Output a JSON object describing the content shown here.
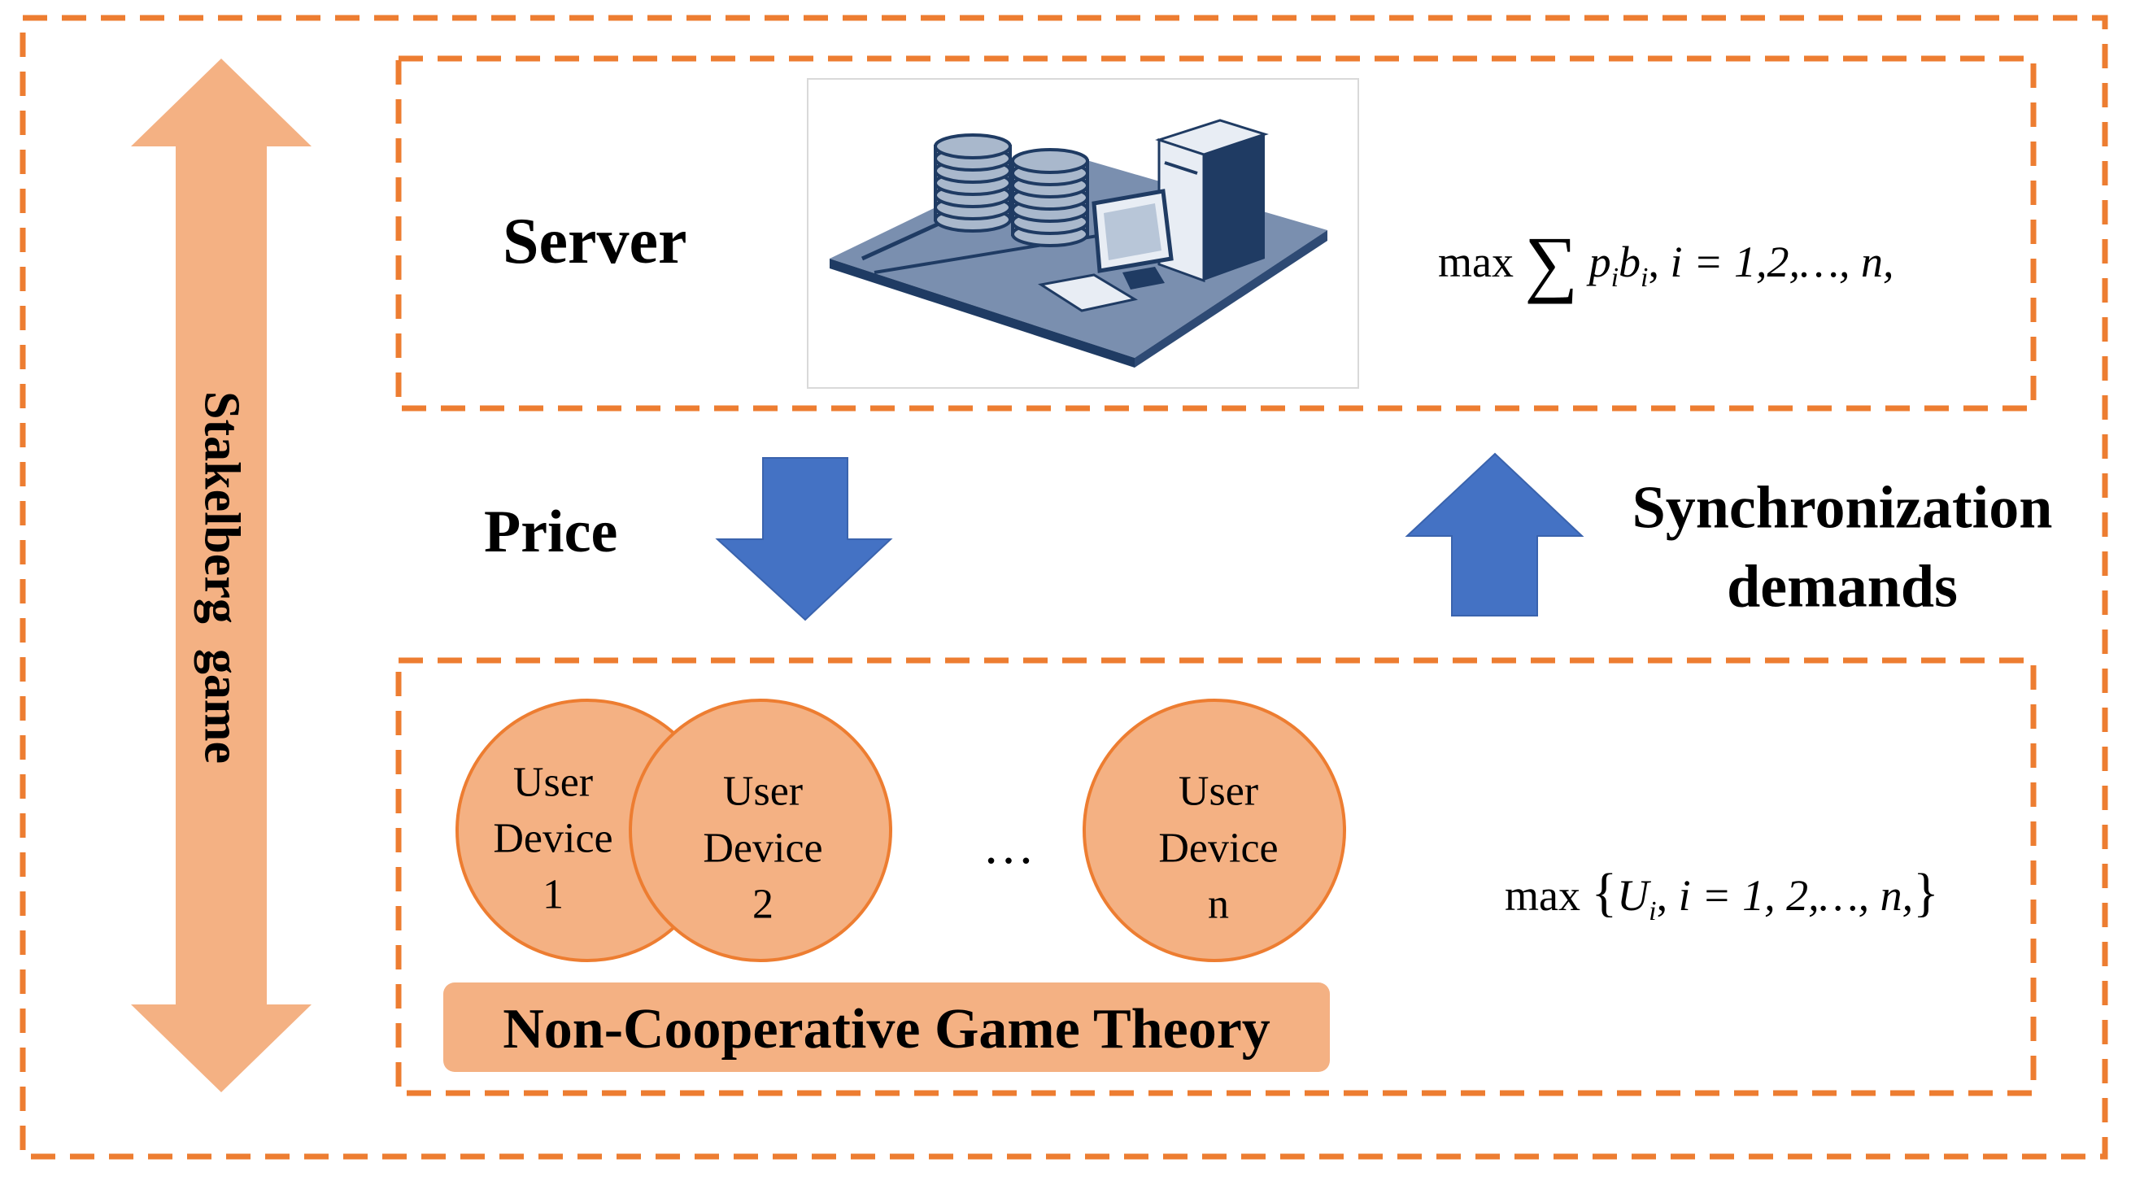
{
  "colors": {
    "dashed_border": "#ED7D31",
    "peach_fill": "#F4B183",
    "circle_stroke": "#ED7D31",
    "blue_arrow": "#4472C4",
    "server_navy": "#1F3B63",
    "server_slate": "#7A8FAF"
  },
  "side": {
    "label": "Stakelberg  game"
  },
  "server": {
    "label": "Server",
    "icon": "server-datacenter-icon",
    "objective": {
      "prefix": "max",
      "sum": "∑",
      "p": "p",
      "b": "b",
      "sub": "i",
      "rest_i": "i",
      "rest": " = 1,2,…, n,"
    }
  },
  "price": {
    "label": "Price"
  },
  "sync": {
    "line1": "Synchronization",
    "line2": "demands"
  },
  "devices": [
    {
      "line1": "User",
      "line2": "Device",
      "line3": "1"
    },
    {
      "line1": "User",
      "line2": "Device",
      "line3": "2"
    },
    {
      "line1": "User",
      "line2": "Device",
      "line3": "n"
    }
  ],
  "ellipsis": "…",
  "game_theory": {
    "label": "Non-Cooperative Game Theory"
  },
  "device_objective": {
    "prefix": "max",
    "open": "{",
    "U": "U",
    "sub": "i",
    "rest_i": "i",
    "rest": " = 1, 2,…, n,",
    "close": "}"
  }
}
